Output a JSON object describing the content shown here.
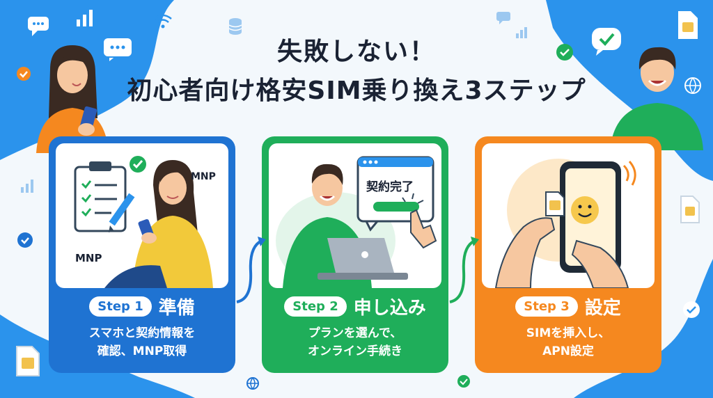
{
  "title": {
    "line1": "失敗しない！",
    "line2": "初心者向け格安SIM乗り換え3ステップ"
  },
  "steps": [
    {
      "badge": "Step 1",
      "title": "準備",
      "desc_line1": "スマホと契約情報を",
      "desc_line2": "確認、MNP取得",
      "labels": [
        "MNP",
        "MNP"
      ]
    },
    {
      "badge": "Step 2",
      "title": "申し込み",
      "desc_line1": "プランを選んで、",
      "desc_line2": "オンライン手続き",
      "popup": "契約完了"
    },
    {
      "badge": "Step 3",
      "title": "設定",
      "desc_line1": "SIMを挿入し、",
      "desc_line2": "APN設定"
    }
  ],
  "colors": {
    "blue": "#1f73d2",
    "green": "#1fae5a",
    "orange": "#f5881f",
    "bg_blob": "#2b93ec"
  },
  "icons": [
    "chat-icon",
    "bar-chart-icon",
    "wifi-icon",
    "database-icon",
    "check-icon",
    "globe-icon",
    "sim-card-icon",
    "smiley-icon",
    "pencil-icon",
    "clipboard-icon",
    "cursor-hand-icon",
    "laptop-icon",
    "smartphone-icon"
  ]
}
